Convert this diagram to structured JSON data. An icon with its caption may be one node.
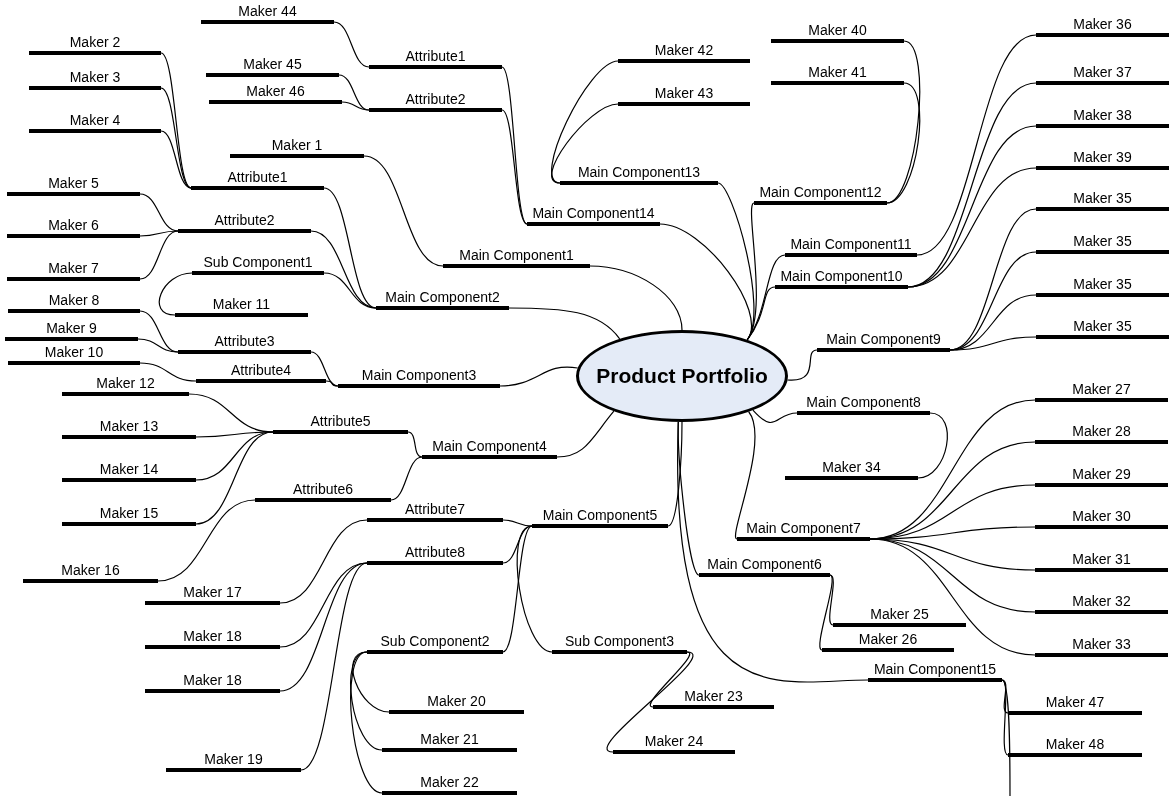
{
  "diagram": {
    "nodes": [
      {
        "text": [
          "Product Portfolio"
        ]
      },
      {
        "text": [
          "Main Component1"
        ]
      },
      {
        "text": [
          "Maker 1"
        ]
      },
      {
        "text": [
          "Main Component2"
        ]
      },
      {
        "text": [
          "Attribute1"
        ]
      },
      {
        "text": [
          "Maker 2"
        ]
      },
      {
        "text": [
          "Maker 3"
        ]
      },
      {
        "text": [
          "Maker 4"
        ]
      },
      {
        "text": [
          "Attribute2"
        ]
      },
      {
        "text": [
          "Maker 5"
        ]
      },
      {
        "text": [
          "Maker 6"
        ]
      },
      {
        "text": [
          "Maker 7"
        ]
      },
      {
        "text": [
          "Sub Component1"
        ]
      },
      {
        "text": [
          "Maker 11"
        ]
      },
      {
        "text": [
          "Main Component3"
        ]
      },
      {
        "text": [
          "Attribute3"
        ]
      },
      {
        "text": [
          "Maker 8"
        ]
      },
      {
        "text": [
          "Maker 9"
        ]
      },
      {
        "text": [
          "Attribute4"
        ]
      },
      {
        "text": [
          "Maker 10"
        ]
      },
      {
        "text": [
          "Main Component4"
        ]
      },
      {
        "text": [
          "Attribute5"
        ]
      },
      {
        "text": [
          "Maker 12"
        ]
      },
      {
        "text": [
          "Maker 13"
        ]
      },
      {
        "text": [
          "Maker 14"
        ]
      },
      {
        "text": [
          "Maker 15"
        ]
      },
      {
        "text": [
          "Attribute6"
        ]
      },
      {
        "text": [
          "Maker 16"
        ]
      },
      {
        "text": [
          "Main Component5"
        ]
      },
      {
        "text": [
          "Attribute7"
        ]
      },
      {
        "text": [
          "Maker 17"
        ]
      },
      {
        "text": [
          "Attribute8"
        ]
      },
      {
        "text": [
          "Maker 18"
        ]
      },
      {
        "text": [
          "Maker 18"
        ]
      },
      {
        "text": [
          "Maker 19"
        ]
      },
      {
        "text": [
          "Sub Component2"
        ]
      },
      {
        "text": [
          "Maker 20"
        ]
      },
      {
        "text": [
          "Maker 21"
        ]
      },
      {
        "text": [
          "Maker 22"
        ]
      },
      {
        "text": [
          "Sub Component3"
        ]
      },
      {
        "text": [
          "Maker 23"
        ]
      },
      {
        "text": [
          "Maker 24"
        ]
      },
      {
        "text": [
          "Main Component6"
        ]
      },
      {
        "text": [
          "Maker 25"
        ]
      },
      {
        "text": [
          "Maker 26"
        ]
      },
      {
        "text": [
          "Main Component7"
        ]
      },
      {
        "text": [
          "Maker 27"
        ]
      },
      {
        "text": [
          "Maker 28"
        ]
      },
      {
        "text": [
          "Maker 29"
        ]
      },
      {
        "text": [
          "Maker 30"
        ]
      },
      {
        "text": [
          "Maker 31"
        ]
      },
      {
        "text": [
          "Maker 32"
        ]
      },
      {
        "text": [
          "Maker 33"
        ]
      },
      {
        "text": [
          "Main Component8"
        ]
      },
      {
        "text": [
          "Maker 34"
        ]
      },
      {
        "text": [
          "Main Component9"
        ]
      },
      {
        "text": [
          "Maker 35"
        ]
      },
      {
        "text": [
          "Maker 35"
        ]
      },
      {
        "text": [
          "Maker 35"
        ]
      },
      {
        "text": [
          "Maker 35"
        ]
      },
      {
        "text": [
          "Main Component10"
        ]
      },
      {
        "text": [
          "Maker 37"
        ]
      },
      {
        "text": [
          "Maker 38"
        ]
      },
      {
        "text": [
          "Maker 39"
        ]
      },
      {
        "text": [
          "Main Component11"
        ]
      },
      {
        "text": [
          "Maker 36"
        ]
      },
      {
        "text": [
          "Main Component12"
        ]
      },
      {
        "text": [
          "Maker 40"
        ]
      },
      {
        "text": [
          "Maker 41"
        ]
      },
      {
        "text": [
          "Main Component13"
        ]
      },
      {
        "text": [
          "Maker 42"
        ]
      },
      {
        "text": [
          "Maker 43"
        ]
      },
      {
        "text": [
          "Main Component14"
        ]
      },
      {
        "text": [
          "Attribute1"
        ]
      },
      {
        "text": [
          "Maker 44"
        ]
      },
      {
        "text": [
          "Attribute2"
        ]
      },
      {
        "text": [
          "Maker 45"
        ]
      },
      {
        "text": [
          "Maker 46"
        ]
      },
      {
        "text": [
          "Main Component15"
        ]
      },
      {
        "text": [
          "Maker 47"
        ]
      },
      {
        "text": [
          "Maker 48"
        ]
      }
    ],
    "edges": [
      {
        "from": 0,
        "to": 1,
        "arrow": "none"
      },
      {
        "from": 1,
        "to": 2,
        "arrow": "none"
      },
      {
        "from": 0,
        "to": 3,
        "arrow": "none"
      },
      {
        "from": 3,
        "to": 4,
        "arrow": "none"
      },
      {
        "from": 4,
        "to": 5,
        "arrow": "none"
      },
      {
        "from": 4,
        "to": 6,
        "arrow": "none"
      },
      {
        "from": 4,
        "to": 7,
        "arrow": "none"
      },
      {
        "from": 3,
        "to": 8,
        "arrow": "none"
      },
      {
        "from": 8,
        "to": 9,
        "arrow": "none"
      },
      {
        "from": 8,
        "to": 10,
        "arrow": "none"
      },
      {
        "from": 8,
        "to": 11,
        "arrow": "none"
      },
      {
        "from": 3,
        "to": 12,
        "arrow": "none"
      },
      {
        "from": 12,
        "to": 13,
        "arrow": "none"
      },
      {
        "from": 0,
        "to": 14,
        "arrow": "none"
      },
      {
        "from": 14,
        "to": 15,
        "arrow": "none"
      },
      {
        "from": 15,
        "to": 16,
        "arrow": "none"
      },
      {
        "from": 15,
        "to": 17,
        "arrow": "none"
      },
      {
        "from": 14,
        "to": 18,
        "arrow": "none"
      },
      {
        "from": 18,
        "to": 19,
        "arrow": "none"
      },
      {
        "from": 0,
        "to": 20,
        "arrow": "none"
      },
      {
        "from": 20,
        "to": 21,
        "arrow": "none"
      },
      {
        "from": 21,
        "to": 22,
        "arrow": "none"
      },
      {
        "from": 21,
        "to": 23,
        "arrow": "none"
      },
      {
        "from": 21,
        "to": 24,
        "arrow": "none"
      },
      {
        "from": 21,
        "to": 25,
        "arrow": "none"
      },
      {
        "from": 20,
        "to": 26,
        "arrow": "none"
      },
      {
        "from": 26,
        "to": 27,
        "arrow": "none"
      },
      {
        "from": 0,
        "to": 28,
        "arrow": "none"
      },
      {
        "from": 28,
        "to": 29,
        "arrow": "none"
      },
      {
        "from": 29,
        "to": 30,
        "arrow": "none"
      },
      {
        "from": 28,
        "to": 31,
        "arrow": "none"
      },
      {
        "from": 31,
        "to": 32,
        "arrow": "none"
      },
      {
        "from": 31,
        "to": 33,
        "arrow": "none"
      },
      {
        "from": 31,
        "to": 34,
        "arrow": "none"
      },
      {
        "from": 28,
        "to": 35,
        "arrow": "none"
      },
      {
        "from": 35,
        "to": 36,
        "arrow": "none"
      },
      {
        "from": 35,
        "to": 37,
        "arrow": "none"
      },
      {
        "from": 35,
        "to": 38,
        "arrow": "none"
      },
      {
        "from": 28,
        "to": 39,
        "arrow": "none"
      },
      {
        "from": 39,
        "to": 40,
        "arrow": "none"
      },
      {
        "from": 39,
        "to": 41,
        "arrow": "none"
      },
      {
        "from": 0,
        "to": 42,
        "arrow": "none"
      },
      {
        "from": 42,
        "to": 43,
        "arrow": "none"
      },
      {
        "from": 42,
        "to": 44,
        "arrow": "none"
      },
      {
        "from": 0,
        "to": 45,
        "arrow": "none"
      },
      {
        "from": 45,
        "to": 46,
        "arrow": "none"
      },
      {
        "from": 45,
        "to": 47,
        "arrow": "none"
      },
      {
        "from": 45,
        "to": 48,
        "arrow": "none"
      },
      {
        "from": 45,
        "to": 49,
        "arrow": "none"
      },
      {
        "from": 45,
        "to": 50,
        "arrow": "none"
      },
      {
        "from": 45,
        "to": 51,
        "arrow": "none"
      },
      {
        "from": 45,
        "to": 52,
        "arrow": "none"
      },
      {
        "from": 0,
        "to": 53,
        "arrow": "none"
      },
      {
        "from": 53,
        "to": 54,
        "arrow": "none"
      },
      {
        "from": 0,
        "to": 55,
        "arrow": "none"
      },
      {
        "from": 55,
        "to": 56,
        "arrow": "none"
      },
      {
        "from": 55,
        "to": 57,
        "arrow": "none"
      },
      {
        "from": 55,
        "to": 58,
        "arrow": "none"
      },
      {
        "from": 55,
        "to": 59,
        "arrow": "none"
      },
      {
        "from": 0,
        "to": 60,
        "arrow": "none"
      },
      {
        "from": 60,
        "to": 61,
        "arrow": "none"
      },
      {
        "from": 60,
        "to": 62,
        "arrow": "none"
      },
      {
        "from": 60,
        "to": 63,
        "arrow": "none"
      },
      {
        "from": 0,
        "to": 64,
        "arrow": "none"
      },
      {
        "from": 64,
        "to": 65,
        "arrow": "none"
      },
      {
        "from": 0,
        "to": 66,
        "arrow": "none"
      },
      {
        "from": 66,
        "to": 67,
        "arrow": "none"
      },
      {
        "from": 66,
        "to": 68,
        "arrow": "none"
      },
      {
        "from": 0,
        "to": 69,
        "arrow": "none"
      },
      {
        "from": 69,
        "to": 70,
        "arrow": "none"
      },
      {
        "from": 69,
        "to": 71,
        "arrow": "none"
      },
      {
        "from": 0,
        "to": 72,
        "arrow": "none"
      },
      {
        "from": 72,
        "to": 73,
        "arrow": "none"
      },
      {
        "from": 73,
        "to": 74,
        "arrow": "none"
      },
      {
        "from": 72,
        "to": 75,
        "arrow": "none"
      },
      {
        "from": 75,
        "to": 76,
        "arrow": "none"
      },
      {
        "from": 75,
        "to": 77,
        "arrow": "none"
      },
      {
        "from": 0,
        "to": 78,
        "arrow": "none"
      },
      {
        "from": 78,
        "to": 79,
        "arrow": "none"
      },
      {
        "from": 78,
        "to": 80,
        "arrow": "none"
      },
      {
        "from": 78,
        "to": null,
        "arrow": "none"
      }
    ]
  }
}
